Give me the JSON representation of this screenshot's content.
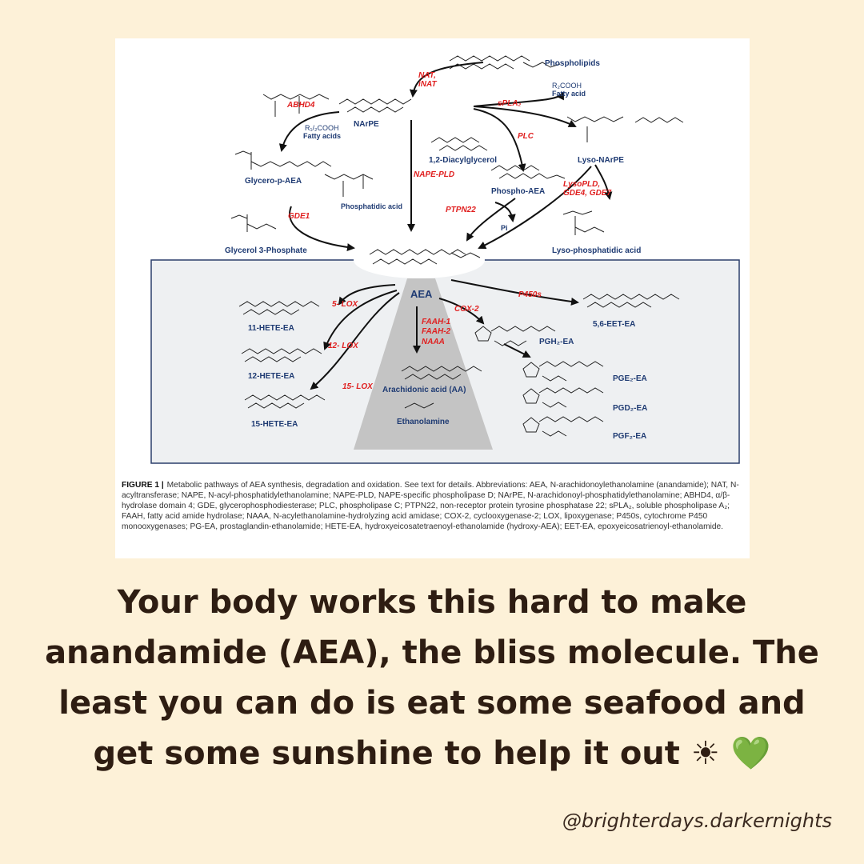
{
  "figure": {
    "molecules": {
      "phospholipids": "Phospholipids",
      "fatty_acid": "R₂COOH",
      "fatty_acid_label": "Fatty acid",
      "narpe": "NArPE",
      "fatty_acids": "R₁/₂COOH",
      "fatty_acids_label": "Fatty acids",
      "diacylglycerol": "1,2-Diacylglycerol",
      "lyso_narpe": "Lyso-NArPE",
      "glycero_p_aea": "Glycero-p-AEA",
      "phosphatidic_acid": "Phosphatidic acid",
      "phospho_aea": "Phospho-AEA",
      "pi": "Pi",
      "glycerol_3_phosphate": "Glycerol 3-Phosphate",
      "lyso_phosphatidic_acid": "Lyso-phosphatidic acid",
      "aea": "AEA",
      "hete_11": "11-HETE-EA",
      "hete_12": "12-HETE-EA",
      "hete_15": "15-HETE-EA",
      "arachidonic_acid": "Arachidonic acid (AA)",
      "ethanolamine": "Ethanolamine",
      "eet": "5,6-EET-EA",
      "pgh2": "PGH₂-EA",
      "pge2": "PGE₂-EA",
      "pgd2": "PGD₂-EA",
      "pgf2": "PGF₂-EA"
    },
    "enzymes": {
      "nat": "NAT,",
      "inat": "iNAT",
      "abhd4": "ABHD4",
      "spla2": "sPLA₂",
      "plc": "PLC",
      "nape_pld": "NAPE-PLD",
      "gde1": "GDE1",
      "ptpn22": "PTPN22",
      "lysopld": "LysoPLD,",
      "gde4_gde7": "GDE4, GDE7",
      "lox5": "5- LOX",
      "lox12": "12- LOX",
      "lox15": "15- LOX",
      "cox2": "COX-2",
      "faah1": "FAAH-1",
      "faah2": "FAAH-2",
      "naaa": "NAAA",
      "p450s": "P450s"
    },
    "caption_label": "FIGURE 1 |",
    "caption_text": "Metabolic pathways of AEA synthesis, degradation and oxidation. See text for details. Abbreviations: AEA, N-arachidonoylethanolamine (anandamide); NAT, N-acyltransferase; NAPE, N-acyl-phosphatidylethanolamine; NAPE-PLD, NAPE-specific phospholipase D; NArPE, N-arachidonoyl-phosphatidylethanolamine; ABHD4, α/β-hydrolase domain 4; GDE, glycerophosphodiesterase; PLC, phospholipase C; PTPN22, non-receptor protein tyrosine phosphatase 22; sPLA₂, soluble phospholipase A₂; FAAH, fatty acid amide hydrolase; NAAA, N-acylethanolamine-hydrolyzing acid amidase; COX-2, cyclooxygenase-2; LOX, lipoxygenase; P450s, cytochrome P450 monooxygenases; PG-EA, prostaglandin-ethanolamide; HETE-EA, hydroxyeicosatetraenoyl-ethanolamide (hydroxy-AEA); EET-EA, epoxyeicosatrienoyl-ethanolamide."
  },
  "headline": {
    "text": "Your body works this hard to make anandamide (AEA), the bliss molecule. The least you can do is eat some seafood and get some sunshine to help it out ☀",
    "heart": "💚"
  },
  "handle": "@brighterdays.darkernights"
}
